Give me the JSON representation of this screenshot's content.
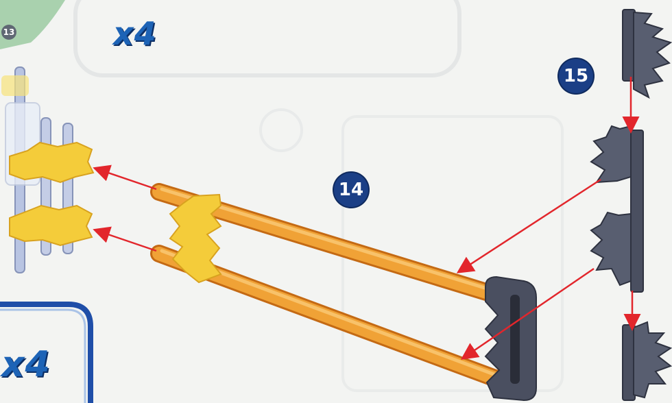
{
  "multipliers": {
    "top": "x4",
    "bottom": "x4"
  },
  "steps": {
    "prev": "13",
    "main": "14",
    "next": "15"
  },
  "colors": {
    "rod": "#f0a236",
    "connector_yellow": "#f4cc3a",
    "connector_dark": "#4a4f60",
    "arrow": "#e2262c",
    "step_badge": "#1b3f86",
    "multiplier_text": "#1d63b6",
    "frame_blue": "#1f4ea8",
    "panel_green": "#a9d1ae"
  }
}
